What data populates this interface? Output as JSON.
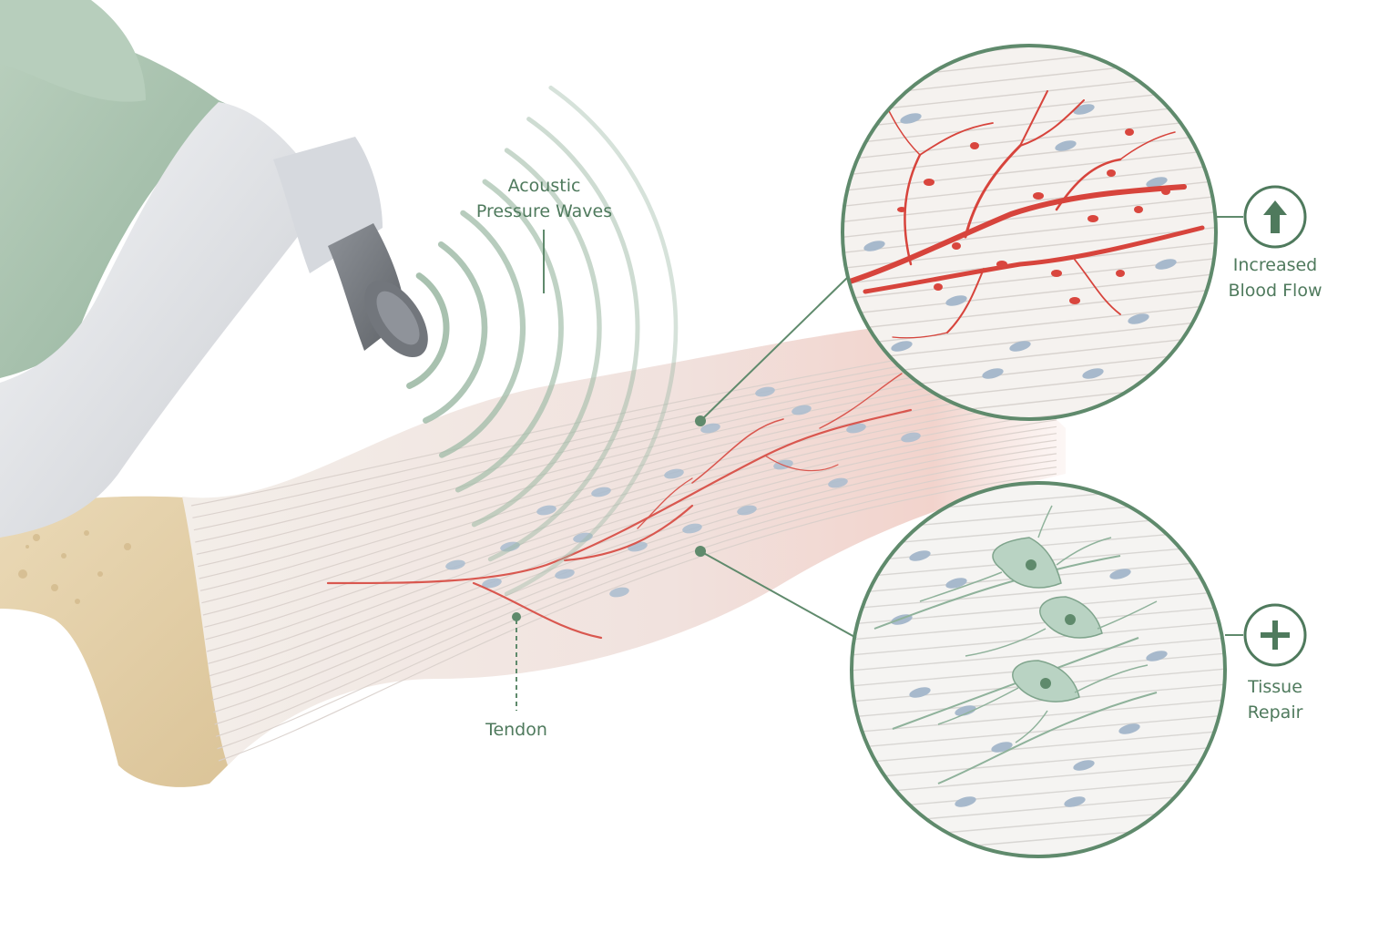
{
  "labels": {
    "acoustic": {
      "line1": "Acoustic",
      "line2": "Pressure Waves"
    },
    "tendon": "Tendon",
    "blood_flow": {
      "line1": "Increased",
      "line2": "Blood Flow"
    },
    "tissue_repair": {
      "line1": "Tissue",
      "line2": "Repair"
    }
  },
  "icons": {
    "blood_flow": "up-arrow-icon",
    "tissue_repair": "plus-icon"
  },
  "colors": {
    "accent_green": "#4f7a5d",
    "device_green": "#a9c2ae",
    "device_white": "#e4e6e9",
    "vessel_red": "#d9433d",
    "bone": "#e6d3ad",
    "tendon": "#efe6e2",
    "cell_blue": "#9fb3c8",
    "repair_cell": "#bcd6c6"
  }
}
